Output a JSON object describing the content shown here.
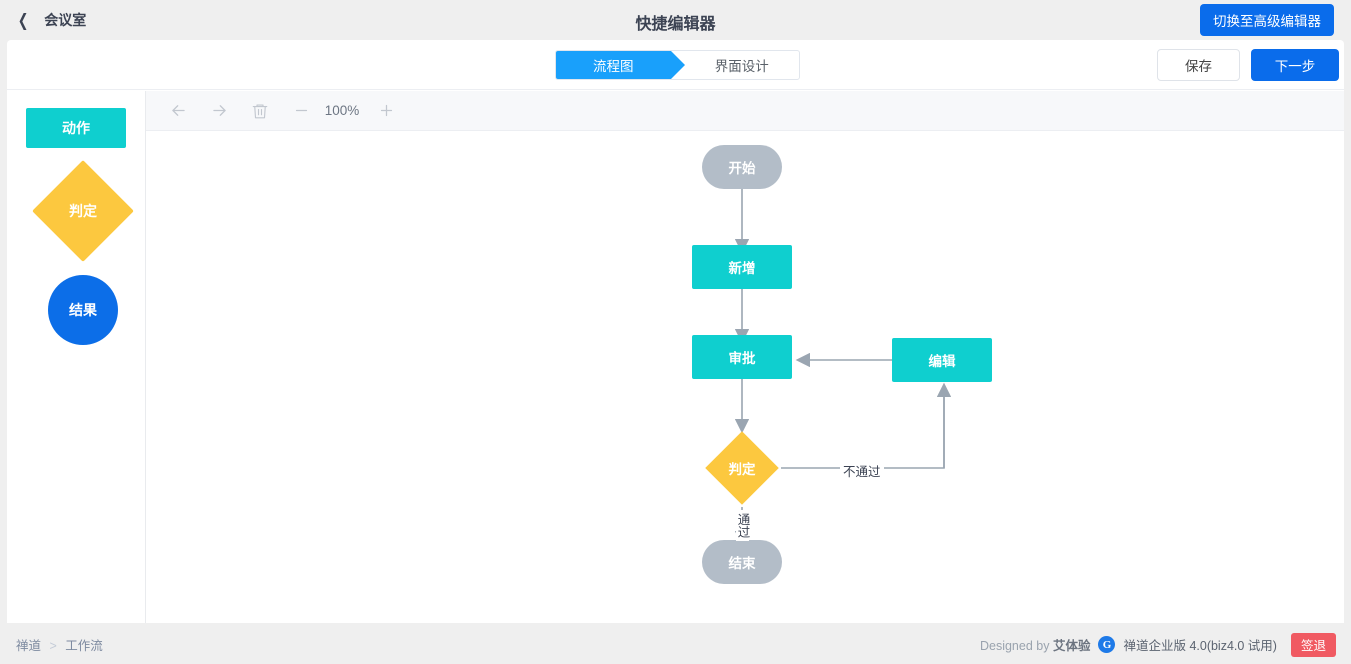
{
  "header": {
    "back_label": "会议室",
    "back_icon": "chevron-left-icon",
    "title": "快捷编辑器",
    "switch_advanced_label": "切换至高级编辑器"
  },
  "subheader": {
    "tabs": [
      {
        "label": "流程图",
        "active": true
      },
      {
        "label": "界面设计",
        "active": false
      }
    ],
    "save_label": "保存",
    "next_label": "下一步"
  },
  "palette": {
    "items": [
      {
        "label": "动作",
        "shape": "rectangle",
        "color": "#0fcfcf"
      },
      {
        "label": "判定",
        "shape": "diamond",
        "color": "#fcc83f"
      },
      {
        "label": "结果",
        "shape": "circle",
        "color": "#0c6ee8"
      }
    ]
  },
  "toolbar": {
    "undo_icon": "arrow-left-icon",
    "redo_icon": "arrow-right-icon",
    "delete_icon": "trash-icon",
    "zoom_out_icon": "minus-icon",
    "zoom_level": "100%",
    "zoom_in_icon": "plus-icon"
  },
  "flowchart": {
    "nodes": [
      {
        "id": "start",
        "label": "开始",
        "type": "terminal"
      },
      {
        "id": "add",
        "label": "新增",
        "type": "action"
      },
      {
        "id": "approve",
        "label": "审批",
        "type": "action"
      },
      {
        "id": "edit",
        "label": "编辑",
        "type": "action"
      },
      {
        "id": "decision",
        "label": "判定",
        "type": "decision"
      },
      {
        "id": "end",
        "label": "结束",
        "type": "terminal"
      }
    ],
    "edges": [
      {
        "from": "start",
        "to": "add",
        "label": ""
      },
      {
        "from": "add",
        "to": "approve",
        "label": ""
      },
      {
        "from": "approve",
        "to": "decision",
        "label": ""
      },
      {
        "from": "decision",
        "to": "end",
        "label": "通过"
      },
      {
        "from": "decision",
        "to": "edit",
        "label": "不通过"
      },
      {
        "from": "edit",
        "to": "approve",
        "label": ""
      }
    ],
    "labels": {
      "pass": "通过",
      "fail": "不通过"
    },
    "colors": {
      "terminal": "#b3bdc8",
      "action": "#0fcfcf",
      "decision": "#fcc83f",
      "line": "#9aa5b1"
    }
  },
  "footer": {
    "breadcrumb": [
      "禅道",
      "工作流"
    ],
    "breadcrumb_separator": ">",
    "designed_by_prefix": "Designed by",
    "designed_by_brand": "艾体验",
    "logo_icon": "zentao-logo-icon",
    "logo_glyph": "G",
    "version": "禅道企业版 4.0(biz4.0 试用)",
    "logout_label": "签退"
  }
}
